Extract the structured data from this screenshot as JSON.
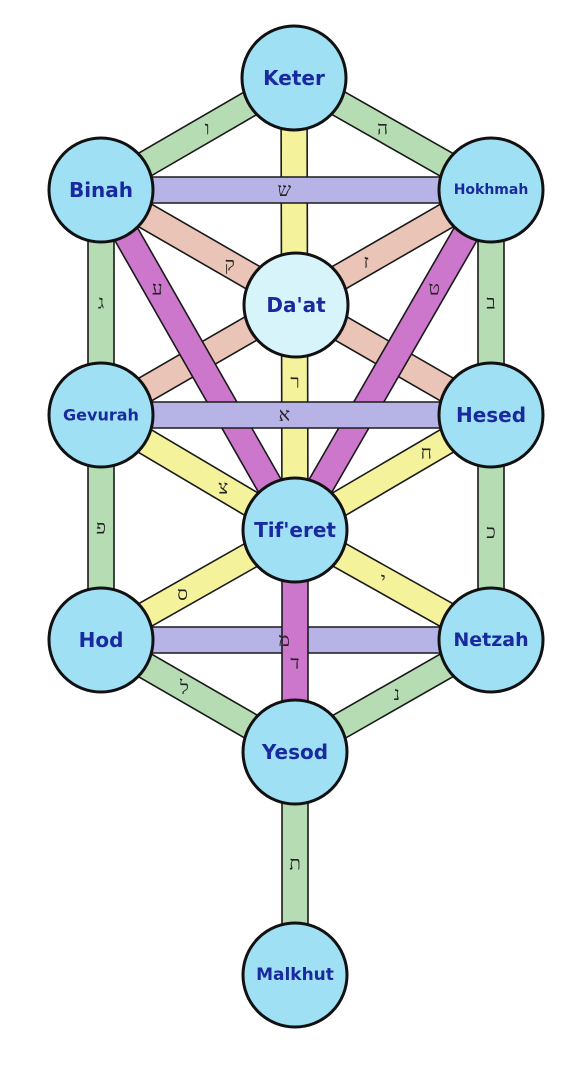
{
  "colors": {
    "green": "#b5dcb3",
    "yellow": "#f4f29a",
    "blue": "#b7b3e6",
    "pink": "#ebc4b8",
    "magenta": "#cc77cc",
    "node_fill": "#9fe0f5",
    "daat_fill": "#d8f4fb",
    "node_text": "#1a2a9e"
  },
  "sefirot": [
    {
      "id": "keter",
      "label": "Keter"
    },
    {
      "id": "hokhmah",
      "label": "Hokhmah"
    },
    {
      "id": "binah",
      "label": "Binah"
    },
    {
      "id": "daat",
      "label": "Da'at"
    },
    {
      "id": "hesed",
      "label": "Hesed"
    },
    {
      "id": "gevurah",
      "label": "Gevurah"
    },
    {
      "id": "tiferet",
      "label": "Tif'eret"
    },
    {
      "id": "netzah",
      "label": "Netzah"
    },
    {
      "id": "hod",
      "label": "Hod"
    },
    {
      "id": "yesod",
      "label": "Yesod"
    },
    {
      "id": "malkhut",
      "label": "Malkhut"
    }
  ],
  "paths": [
    {
      "id": "binah-keter",
      "from": "binah",
      "to": "keter",
      "color": "green",
      "letter": "ו"
    },
    {
      "id": "keter-hokhmah",
      "from": "keter",
      "to": "hokhmah",
      "color": "green",
      "letter": "ה"
    },
    {
      "id": "keter-tiferet",
      "from": "keter",
      "to": "tiferet",
      "color": "yellow",
      "letter": ""
    },
    {
      "id": "binah-hokhmah",
      "from": "binah",
      "to": "hokhmah",
      "color": "blue",
      "letter": "ש"
    },
    {
      "id": "binah-hesed",
      "from": "binah",
      "to": "hesed",
      "color": "pink",
      "letter": "ק"
    },
    {
      "id": "hokhmah-gevurah",
      "from": "hokhmah",
      "to": "gevurah",
      "color": "pink",
      "letter": "ז"
    },
    {
      "id": "binah-tiferet",
      "from": "binah",
      "to": "tiferet",
      "color": "magenta",
      "letter": "ע"
    },
    {
      "id": "hokhmah-tiferet",
      "from": "hokhmah",
      "to": "tiferet",
      "color": "magenta",
      "letter": "ט"
    },
    {
      "id": "binah-gevurah",
      "from": "binah",
      "to": "gevurah",
      "color": "green",
      "letter": "ג"
    },
    {
      "id": "hokhmah-hesed",
      "from": "hokhmah",
      "to": "hesed",
      "color": "green",
      "letter": "ב"
    },
    {
      "id": "gevurah-hesed",
      "from": "gevurah",
      "to": "hesed",
      "color": "blue",
      "letter": "א"
    },
    {
      "id": "gevurah-tiferet",
      "from": "gevurah",
      "to": "tiferet",
      "color": "yellow",
      "letter": "צ"
    },
    {
      "id": "hesed-tiferet",
      "from": "hesed",
      "to": "tiferet",
      "color": "yellow",
      "letter": "ח"
    },
    {
      "id": "gevurah-hod",
      "from": "gevurah",
      "to": "hod",
      "color": "green",
      "letter": "פ"
    },
    {
      "id": "hesed-netzah",
      "from": "hesed",
      "to": "netzah",
      "color": "green",
      "letter": "כ"
    },
    {
      "id": "tiferet-hod",
      "from": "tiferet",
      "to": "hod",
      "color": "yellow",
      "letter": "ס"
    },
    {
      "id": "tiferet-netzah",
      "from": "tiferet",
      "to": "netzah",
      "color": "yellow",
      "letter": "י"
    },
    {
      "id": "hod-netzah",
      "from": "hod",
      "to": "netzah",
      "color": "blue",
      "letter": "מ"
    },
    {
      "id": "tiferet-yesod",
      "from": "tiferet",
      "to": "yesod",
      "color": "magenta",
      "letter": "ד"
    },
    {
      "id": "hod-yesod",
      "from": "hod",
      "to": "yesod",
      "color": "green",
      "letter": "ל"
    },
    {
      "id": "netzah-yesod",
      "from": "netzah",
      "to": "yesod",
      "color": "green",
      "letter": "נ"
    },
    {
      "id": "yesod-malkhut",
      "from": "yesod",
      "to": "malkhut",
      "color": "green",
      "letter": "ת"
    }
  ],
  "extra_letters": [
    {
      "id": "keter-daat",
      "letter": ""
    },
    {
      "id": "daat-tiferet",
      "letter": "ר"
    }
  ]
}
